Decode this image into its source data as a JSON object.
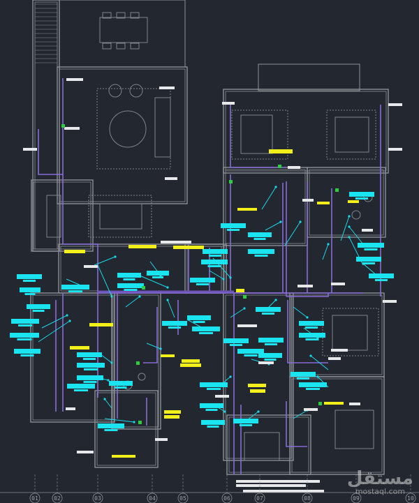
{
  "drawing": {
    "background": "#232830",
    "wall_color": "#8c9096",
    "conduit_color": "#8a6bd8",
    "leader_color": "#17d9ec",
    "tag_color": "#19e4f0",
    "highlight_color": "#f2ef1b",
    "grid_axes": [
      "01",
      "02",
      "03",
      "04",
      "05",
      "06",
      "07",
      "08",
      "09",
      "10"
    ]
  },
  "watermark": {
    "arabic": "مستقل",
    "latin": "mostaql.com"
  }
}
